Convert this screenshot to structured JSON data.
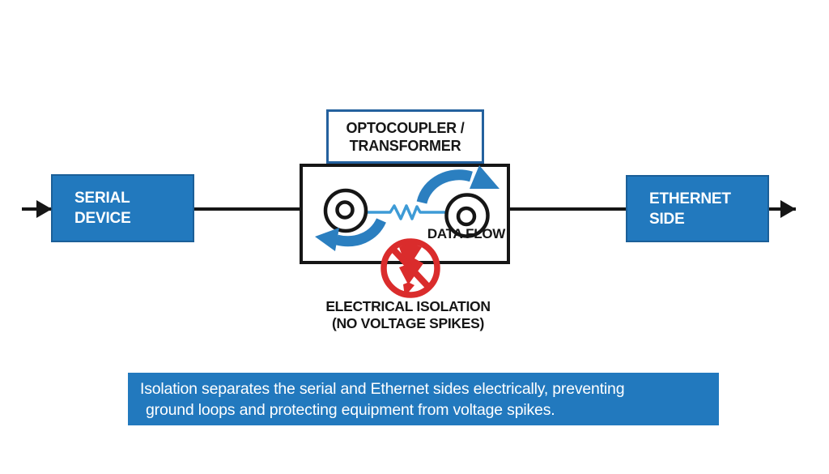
{
  "colors": {
    "box_blue": "#2279BE",
    "box_border": "#1B5F98",
    "label_border": "#24619E",
    "arrow_blue": "#2B7FC0",
    "wire_blue": "#3E9BD6",
    "alert_red": "#DA2C2C",
    "ink": "#161616",
    "text_white": "#FFFFFF"
  },
  "flow": {
    "serial_box": {
      "line1": "SERIAL",
      "line2": "DEVICE"
    },
    "ethernet_box": {
      "line1": "ETHERNET",
      "line2": "SIDE"
    },
    "coupler_label_box": {
      "line1": "OPTOCOUPLER /",
      "line2": "TRANSFORMER"
    },
    "data_flow_label": "DATA FLOW",
    "isolation_caption": {
      "line1": "ELECTRICAL ISOLATION",
      "line2": "(NO VOLTAGE SPIKES)"
    },
    "banner": {
      "line1": "Isolation separates the serial and Ethernet sides electrically, preventing",
      "line2": "ground loops and protecting equipment from voltage spikes."
    }
  }
}
